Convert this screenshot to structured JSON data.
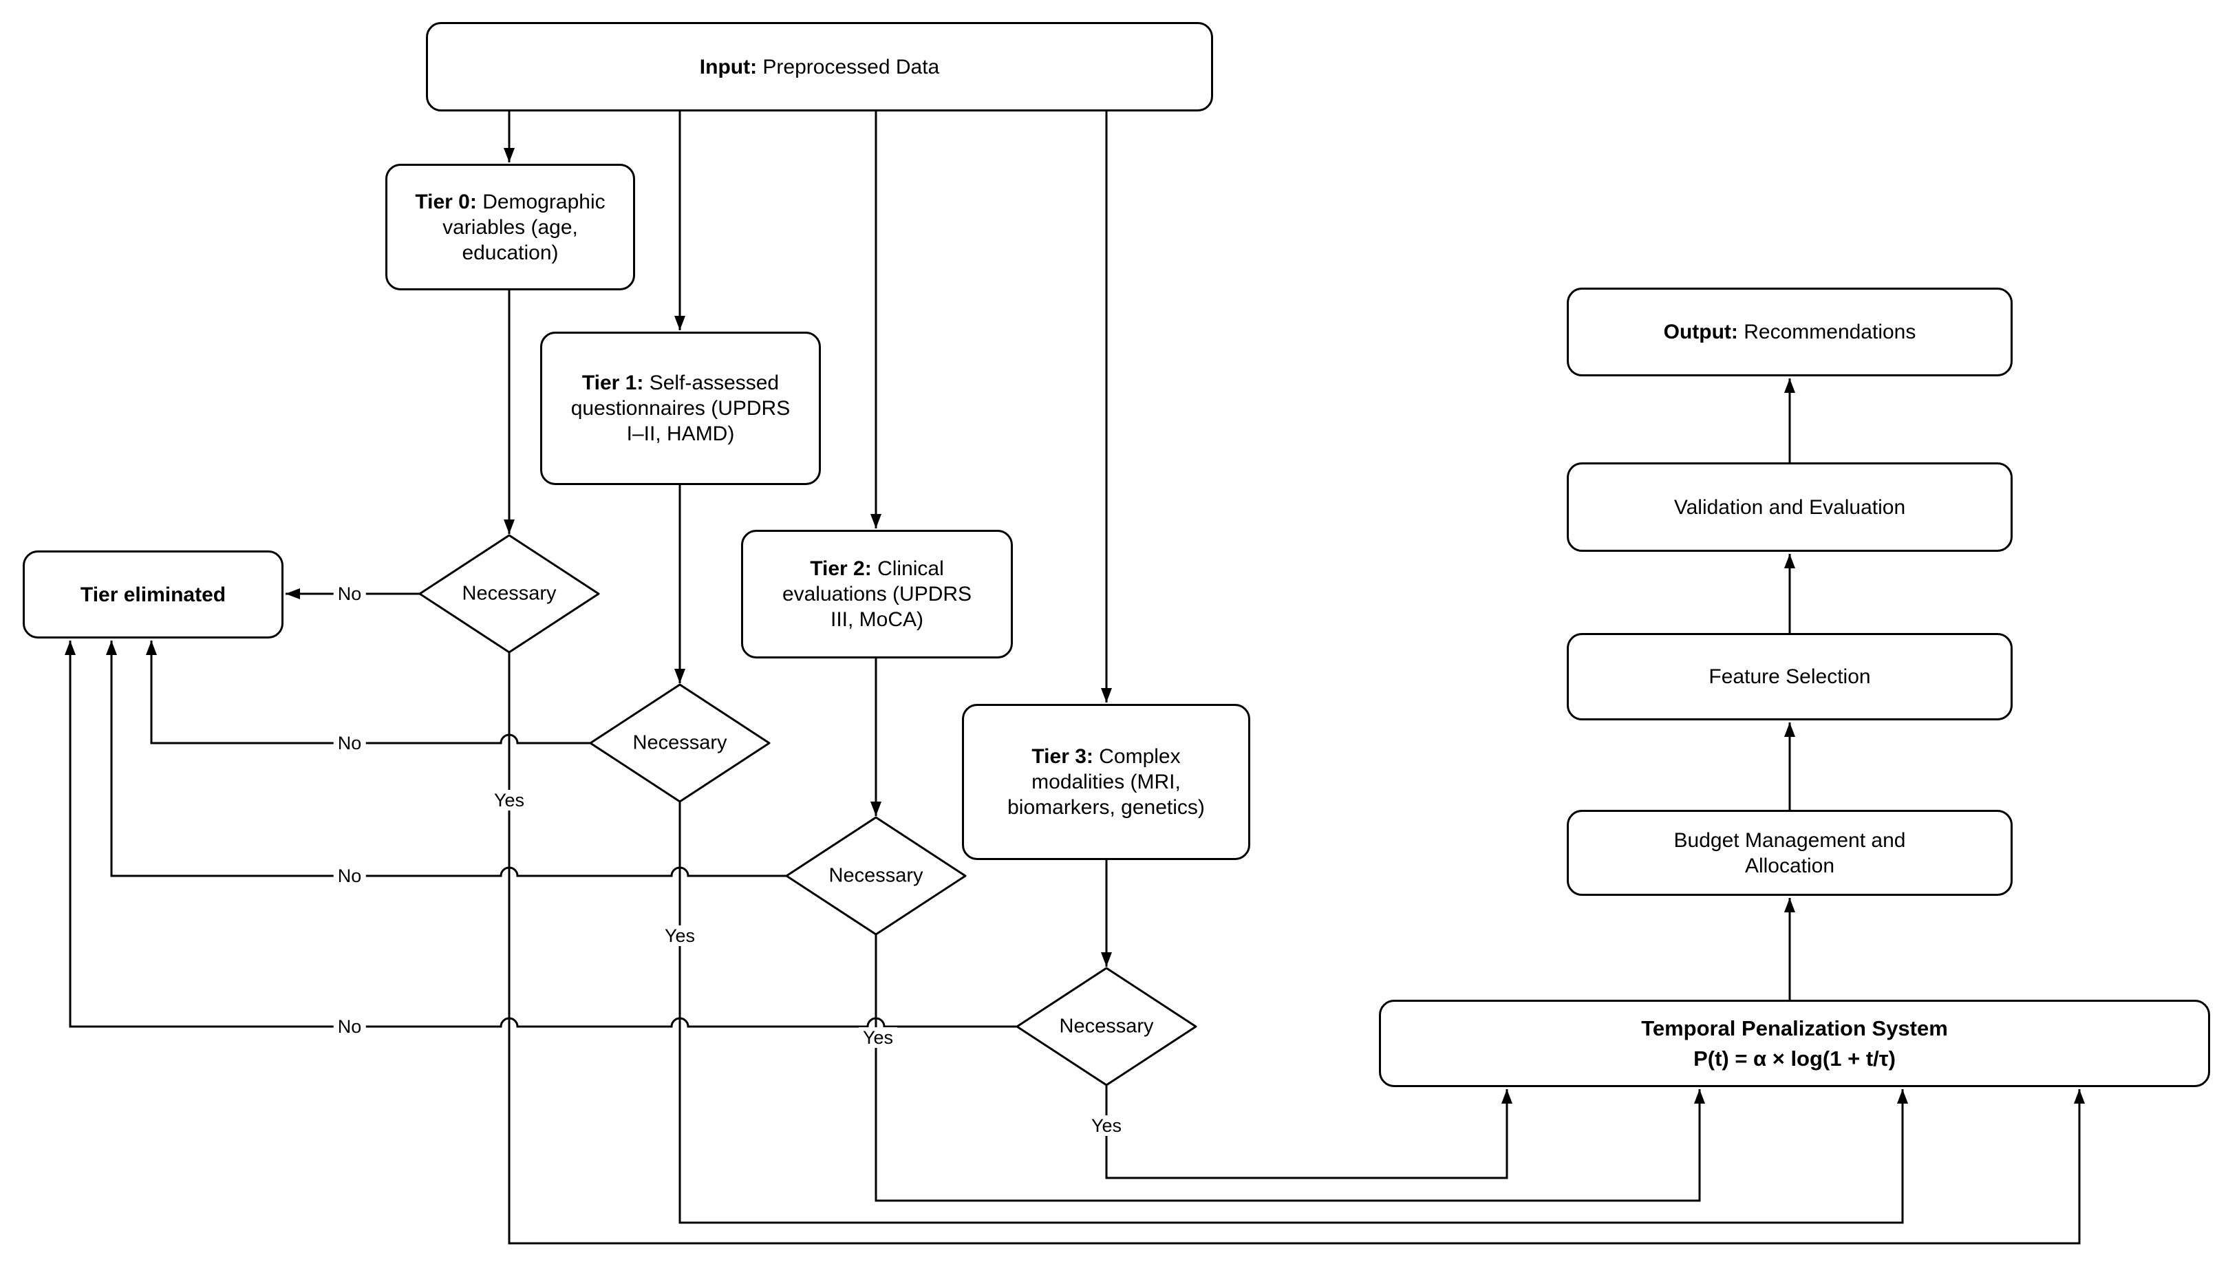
{
  "nodes": {
    "input": {
      "bold": "Input:",
      "rest": " Preprocessed Data"
    },
    "tier0": {
      "bold": "Tier 0:",
      "rest": " Demographic",
      "line2": "variables (age,",
      "line3": "education)"
    },
    "tier1": {
      "bold": "Tier 1:",
      "rest": " Self-assessed",
      "line2": "questionnaires (UPDRS",
      "line3": "I–II, HAMD)"
    },
    "tier2": {
      "bold": "Tier 2:",
      "rest": " Clinical",
      "line2": "evaluations (UPDRS",
      "line3": "III, MoCA)"
    },
    "tier3": {
      "bold": "Tier 3:",
      "rest": " Complex",
      "line2": "modalities (MRI,",
      "line3": "biomarkers, genetics)"
    },
    "tier_eliminated": {
      "label": "Tier eliminated"
    },
    "output": {
      "bold": "Output:",
      "rest": " Recommendations"
    },
    "validation": {
      "label": "Validation and Evaluation"
    },
    "feature": {
      "label": "Feature Selection"
    },
    "budget": {
      "line1": "Budget Management and",
      "line2": "Allocation"
    },
    "temporal": {
      "line1": "Temporal Penalization System",
      "line2": "P(t) = α × log(1 + t/τ)"
    }
  },
  "decisions": {
    "tier0": "Necessary",
    "tier1": "Necessary",
    "tier2": "Necessary",
    "tier3": "Necessary"
  },
  "edge_labels": {
    "no_tier0": "No",
    "no_tier1": "No",
    "no_tier2": "No",
    "no_tier3": "No",
    "yes_tier0": "Yes",
    "yes_tier1": "Yes",
    "yes_tier2": "Yes",
    "yes_tier3": "Yes"
  },
  "colors": {
    "background": "#ffffff",
    "stroke": "#000000",
    "text": "#000000"
  }
}
